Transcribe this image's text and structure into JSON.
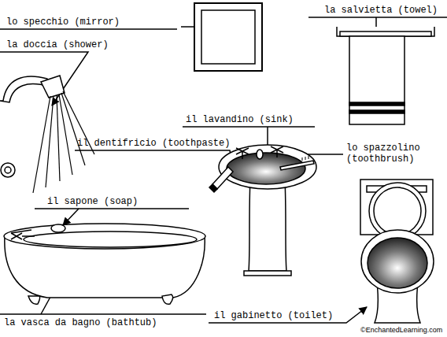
{
  "diagram": {
    "labels": [
      "lo specchio (mirror)",
      "la salvietta (towel)",
      "la doccia (shower)",
      "il lavandino (sink)",
      "il dentifricio (toothpaste)",
      "lo spazzolino (toothbrush)",
      "il sapone (soap)",
      "la vasca da bagno (bathtub)",
      "il gabinetto (toilet)",
      "©EnchantedLearning.com"
    ]
  }
}
